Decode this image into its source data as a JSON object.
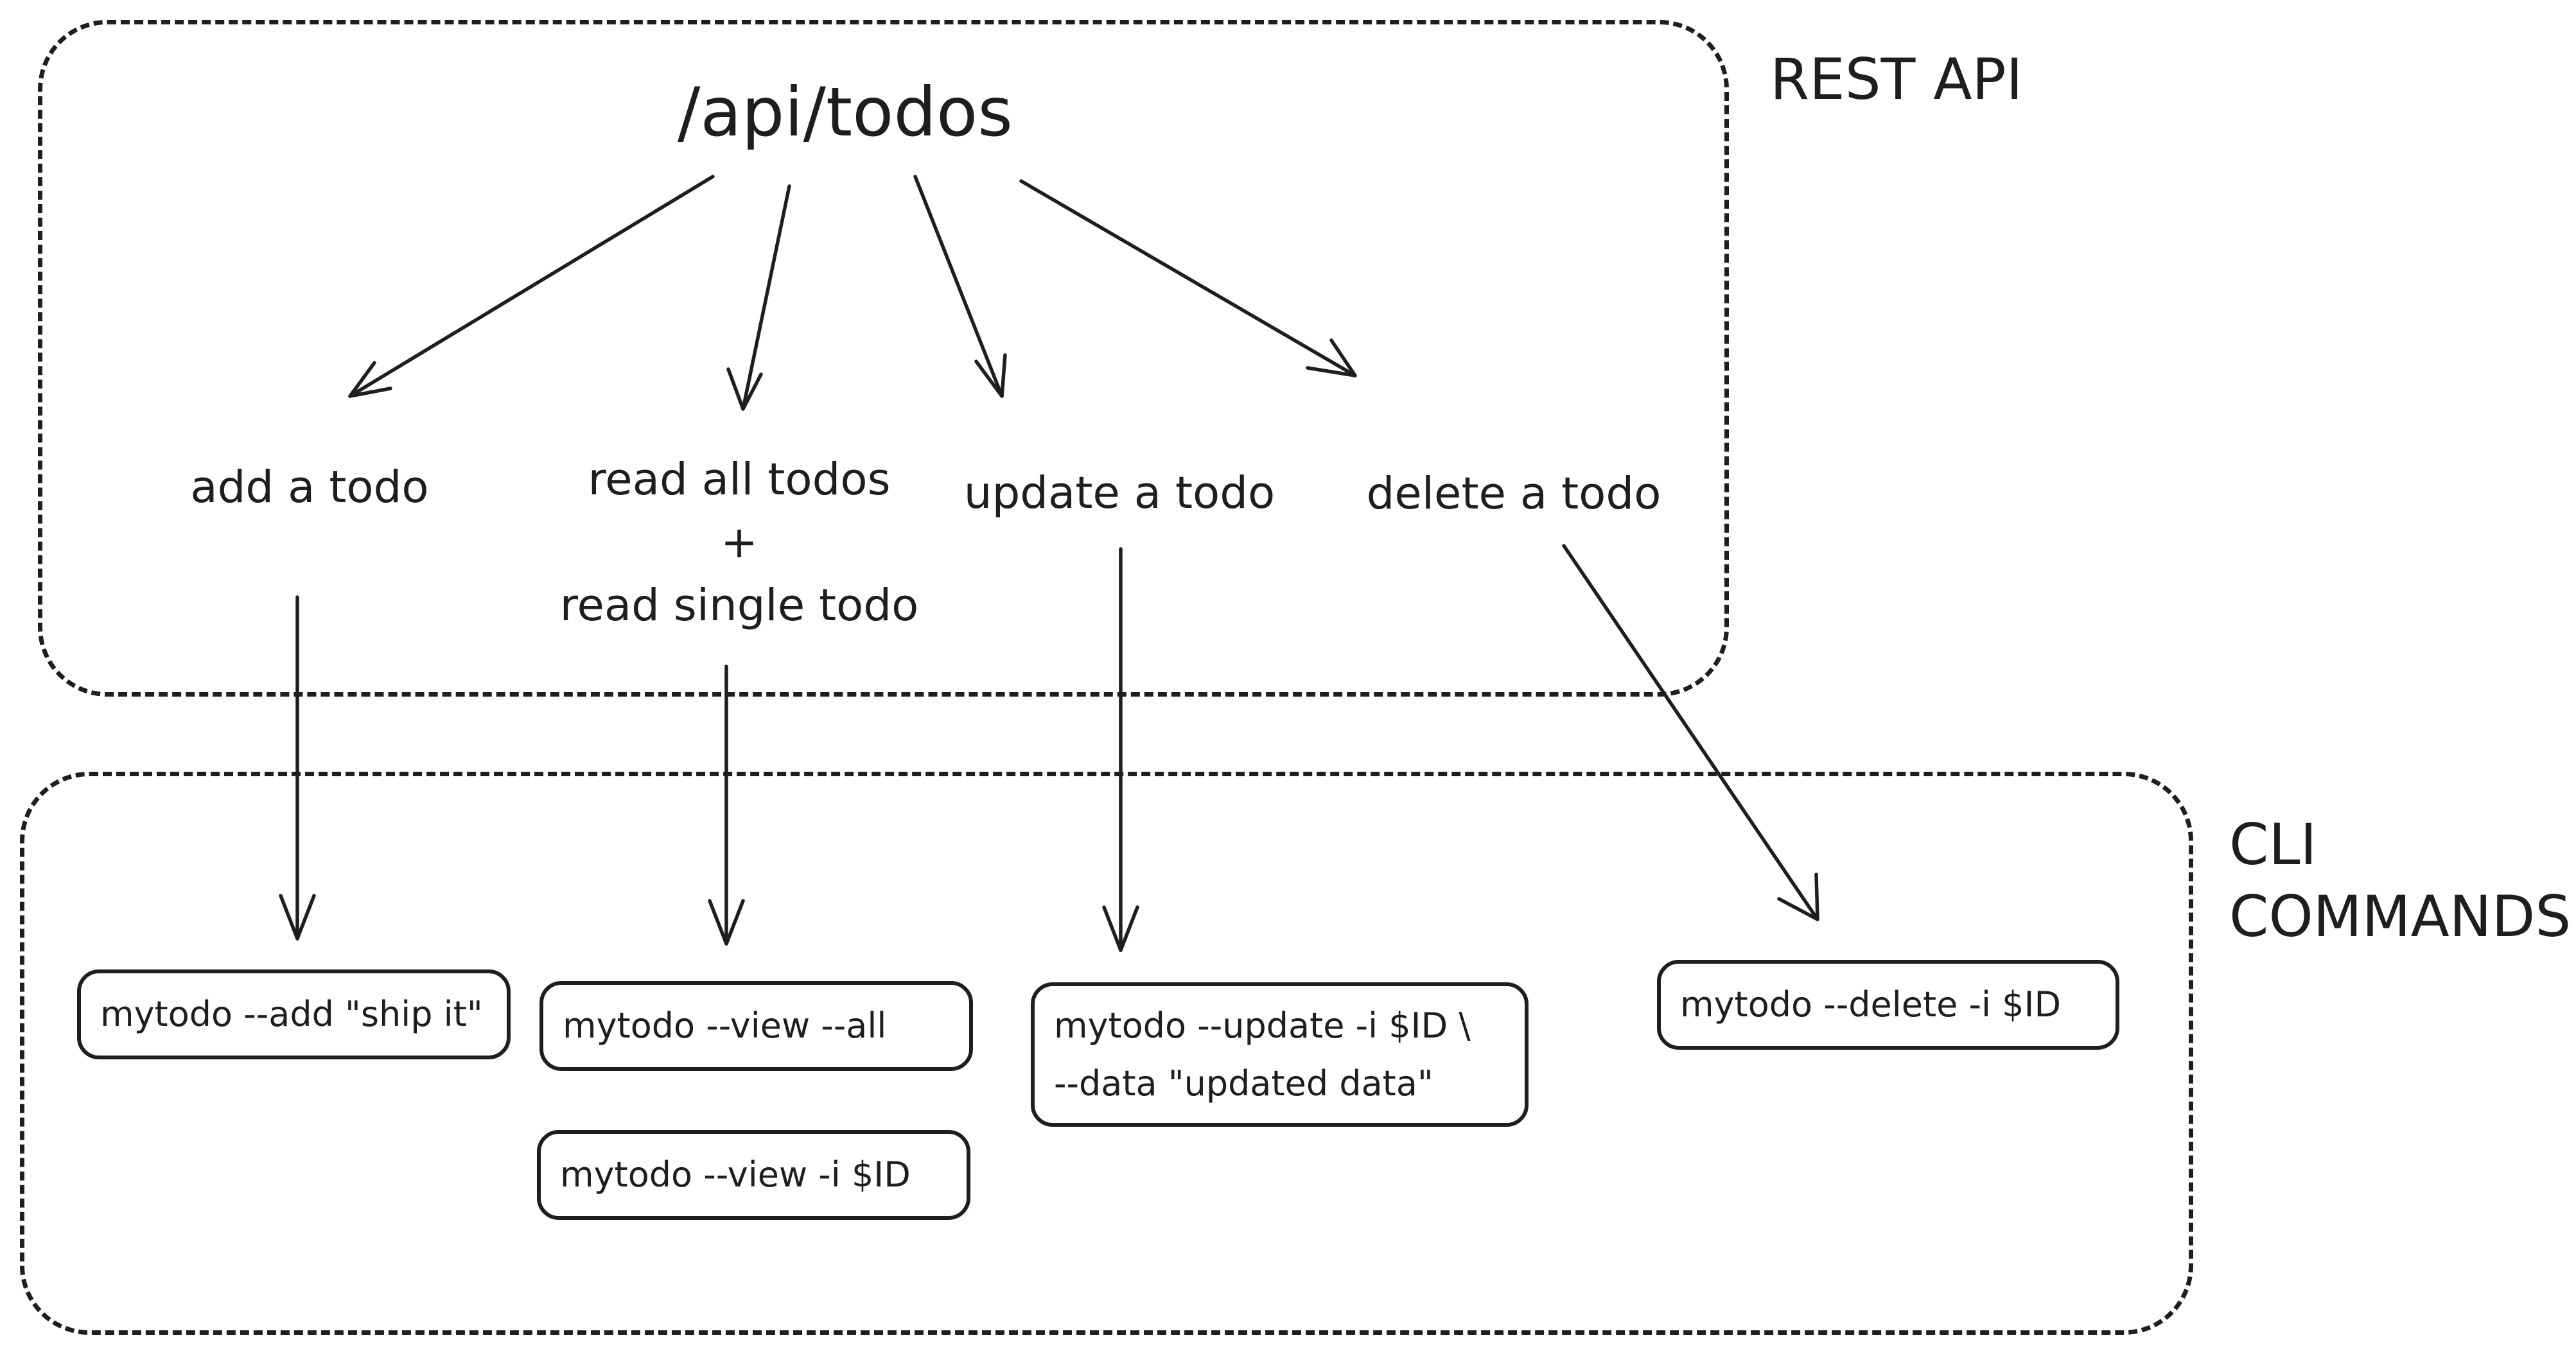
{
  "rest_api": {
    "label": "REST API",
    "endpoint": "/api/todos",
    "operations": [
      {
        "lines": [
          "add a todo"
        ]
      },
      {
        "lines": [
          "read all todos",
          "+",
          "read single todo"
        ]
      },
      {
        "lines": [
          "update a todo"
        ]
      },
      {
        "lines": [
          "delete a todo"
        ]
      }
    ]
  },
  "cli": {
    "label_lines": [
      "CLI",
      "COMMANDS"
    ],
    "commands": [
      {
        "lines": [
          "mytodo --add \"ship it\""
        ]
      },
      {
        "lines": [
          "mytodo --view --all"
        ]
      },
      {
        "lines": [
          "mytodo --view -i $ID"
        ]
      },
      {
        "lines": [
          "mytodo --update -i $ID \\",
          "--data \"updated data\""
        ]
      },
      {
        "lines": [
          "mytodo --delete -i $ID"
        ]
      }
    ]
  },
  "colors": {
    "stroke": "#1e1e1e",
    "background": "#ffffff"
  }
}
